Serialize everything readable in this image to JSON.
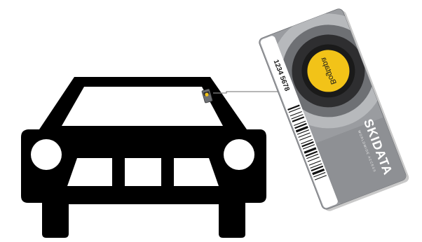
{
  "card": {
    "number": "1234 5678",
    "chip_label": "Bogtapa",
    "brand": "SKIDATA",
    "brand_tagline": "WORLDWIDE ACCESS",
    "colors": {
      "card_body": "#9a9ca0",
      "card_dark_band": "#2e2e30",
      "card_mid_band": "#6e7074",
      "chip": "#f2c318",
      "chip_ring": "#1a1a1a"
    }
  },
  "car": {
    "icon": "car-front-icon",
    "colors": {
      "body": "#000000",
      "detail": "#ffffff"
    }
  },
  "windshield_tag": {
    "icon": "windshield-tag-icon",
    "color": "#f2c318"
  },
  "connector": {
    "color": "#8a8a8a"
  }
}
